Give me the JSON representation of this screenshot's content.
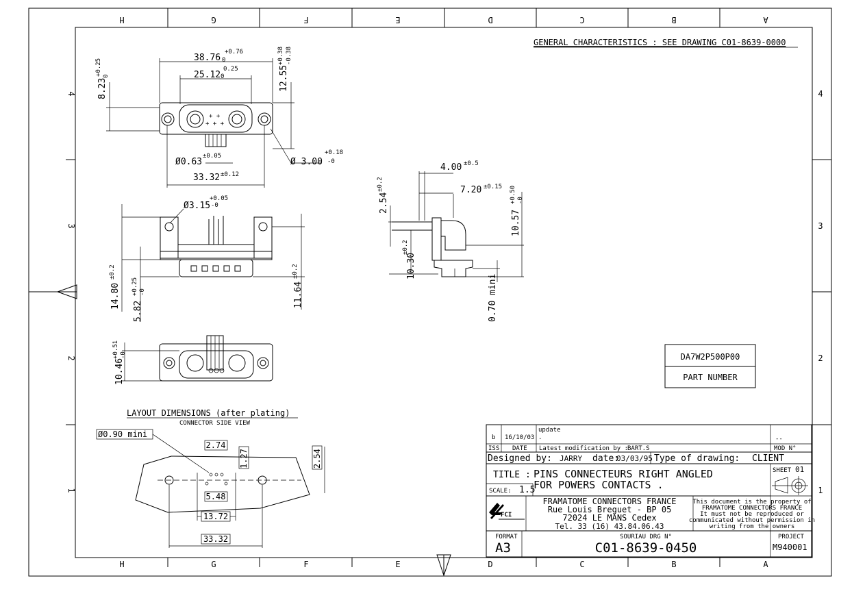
{
  "zones": {
    "top": [
      "H",
      "G",
      "F",
      "E",
      "D",
      "C",
      "B",
      "A"
    ],
    "bottom": [
      "H",
      "G",
      "F",
      "E",
      "D",
      "C",
      "B",
      "A"
    ],
    "left": [
      "4",
      "3",
      "2",
      "1"
    ],
    "right": [
      "4",
      "3",
      "2",
      "1"
    ]
  },
  "general_note": "GENERAL CHARACTERISTICS : SEE DRAWING C01-8639-0000",
  "dims": {
    "top_w": "38.76",
    "top_w_tol_plus": "+0.76",
    "top_w_tol_zero": "0",
    "top_inner": "25.12",
    "top_inner_tol": "0.25",
    "top_inner_zero": "0",
    "top_h": "8.23",
    "top_h_tol": "+0.25",
    "top_h_zero": "0",
    "top_r": "12.55",
    "top_r_tol_plus": "+0.38",
    "top_r_tol_minus": "-0.38",
    "pin_dia": "Ø0.63",
    "pin_dia_tol": "±0.05",
    "hole_dia": "Ø 3.00",
    "hole_tol_plus": "+0.18",
    "hole_tol_minus": "-0",
    "pitch_total": "33.32",
    "pitch_total_tol": "±0.12",
    "front_hole": "Ø3.15",
    "front_hole_tol_plus": "+0.05",
    "front_hole_tol_minus": "-0",
    "h_14_80": "14.80",
    "h_14_80_tol": "±0.2",
    "h_5_82": "5.82",
    "h_5_82_tol_plus": "+0.25",
    "h_5_82_tol_minus": "-0",
    "h_11_64": "11.64",
    "h_11_64_tol": "±0.2",
    "side_4_00": "4.00",
    "side_4_00_tol": "±0.5",
    "side_7_20": "7.20",
    "side_7_20_tol": "±0.15",
    "side_2_54": "2.54",
    "side_2_54_tol": "±0.2",
    "side_10_57": "10.57",
    "side_10_57_tol_plus": "+0.50",
    "side_10_57_tol_minus": "-0",
    "side_10_30": "10.30",
    "side_10_30_tol": "±0.2",
    "side_0_70": "0.70 mini",
    "bottom_h": "10.46",
    "bottom_h_tol_plus": "+0.51",
    "bottom_h_tol_minus": "-0"
  },
  "part_box": {
    "number": "DA7W2P500P00",
    "label": "PART  NUMBER"
  },
  "layout": {
    "title": "LAYOUT DIMENSIONS (after plating)",
    "subtitle": "CONNECTOR SIDE VIEW",
    "hole_note": "Ø0.90 mini",
    "d_2_74": "2.74",
    "d_1_27": "1.27",
    "d_2_54": "2.54",
    "d_5_48": "5.48",
    "d_13_72": "13.72",
    "d_33_32": "33.32"
  },
  "title_block": {
    "rev_update": "update",
    "rev_update_dot": ".",
    "rev_letter": "b",
    "rev_date": "16/10/03",
    "rev_dashes": "--",
    "iss": "ISS",
    "date_label": "DATE",
    "latest_mod": "Latest modification by :",
    "latest_mod_by": "BART.S",
    "mod_no": "MOD N°",
    "designed_by_label": "Designed by:",
    "designed_by": "JARRY",
    "date_label2": "date:",
    "design_date": "03/03/95",
    "type_label": "Type of drawing:",
    "type_value": "CLIENT",
    "title_label": "TITLE :",
    "title_line1": "PINS CONNECTEURS RIGHT ANGLED",
    "title_line2": "FOR POWERS CONTACTS .",
    "sheet_label": "SHEET",
    "sheet_value": "01",
    "scale_label": "SCALE:",
    "scale_value": "1.5",
    "company_line1": "FRAMATOME CONNECTORS FRANCE",
    "company_line2": "Rue Louis Breguet - BP 05",
    "company_line3": "72024  LE MANS Cedex",
    "company_line4": "Tel. 33 (16) 43.84.06.43",
    "prop_line1": "This document is the property of",
    "prop_line2": "FRAMATOME CONNECTORS FRANCE",
    "prop_line3": "It must not be reproduced or",
    "prop_line4": "communicated without permission in",
    "prop_line5": "writing from the owners",
    "logo_text": "FCI",
    "format_label": "FORMAT",
    "format_value": "A3",
    "drg_label": "SOURIAU DRG N°",
    "drg_value": "C01-8639-0450",
    "project_label": "PROJECT",
    "project_value": "M940001"
  }
}
